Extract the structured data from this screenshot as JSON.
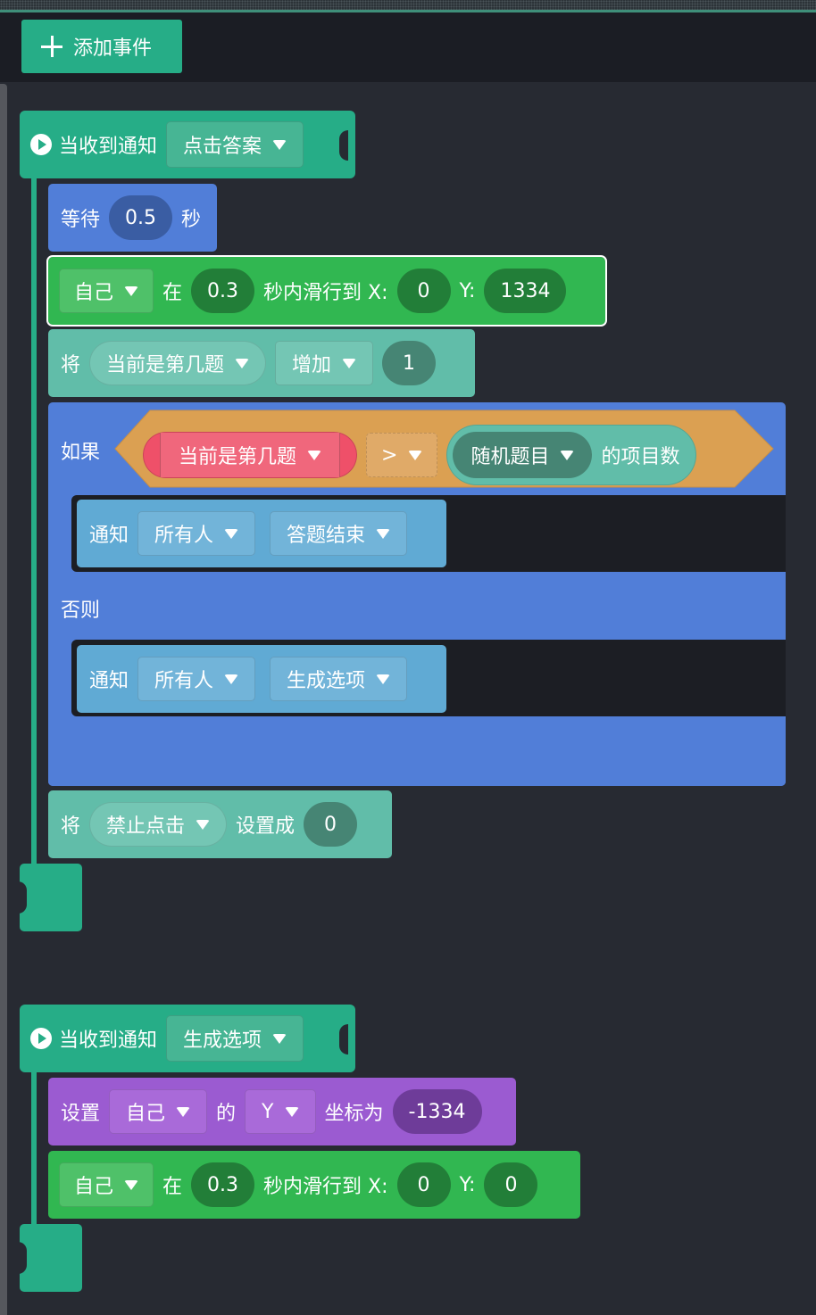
{
  "toolbar": {
    "add_event_label": "添加事件"
  },
  "scripts": [
    {
      "event": {
        "label": "当收到通知",
        "message": "点击答案"
      },
      "wait": {
        "label": "等待",
        "value": "0.5",
        "unit": "秒"
      },
      "glide": {
        "target": "自己",
        "in": "在",
        "seconds": "0.3",
        "glide_to": "秒内滑行到 X:",
        "x": "0",
        "y_label": "Y:",
        "y": "1334"
      },
      "change_var": {
        "prefix": "将",
        "variable": "当前是第几题",
        "op": "增加",
        "value": "1"
      },
      "if_block": {
        "if_label": "如果",
        "left_var": "当前是第几题",
        "comparator": ">",
        "list_var": "随机题目",
        "list_suffix": "的项目数",
        "then_notify": {
          "label": "通知",
          "target": "所有人",
          "message": "答题结束"
        },
        "else_label": "否则",
        "else_notify": {
          "label": "通知",
          "target": "所有人",
          "message": "生成选项"
        }
      },
      "set_var": {
        "prefix": "将",
        "variable": "禁止点击",
        "set_to": "设置成",
        "value": "0"
      }
    },
    {
      "event": {
        "label": "当收到通知",
        "message": "生成选项"
      },
      "set_coord": {
        "label": "设置",
        "target": "自己",
        "of": "的",
        "axis": "Y",
        "set_to": "坐标为",
        "value": "-1334"
      },
      "glide": {
        "target": "自己",
        "in": "在",
        "seconds": "0.3",
        "glide_to": "秒内滑行到 X:",
        "x": "0",
        "y_label": "Y:",
        "y": "0"
      }
    }
  ]
}
